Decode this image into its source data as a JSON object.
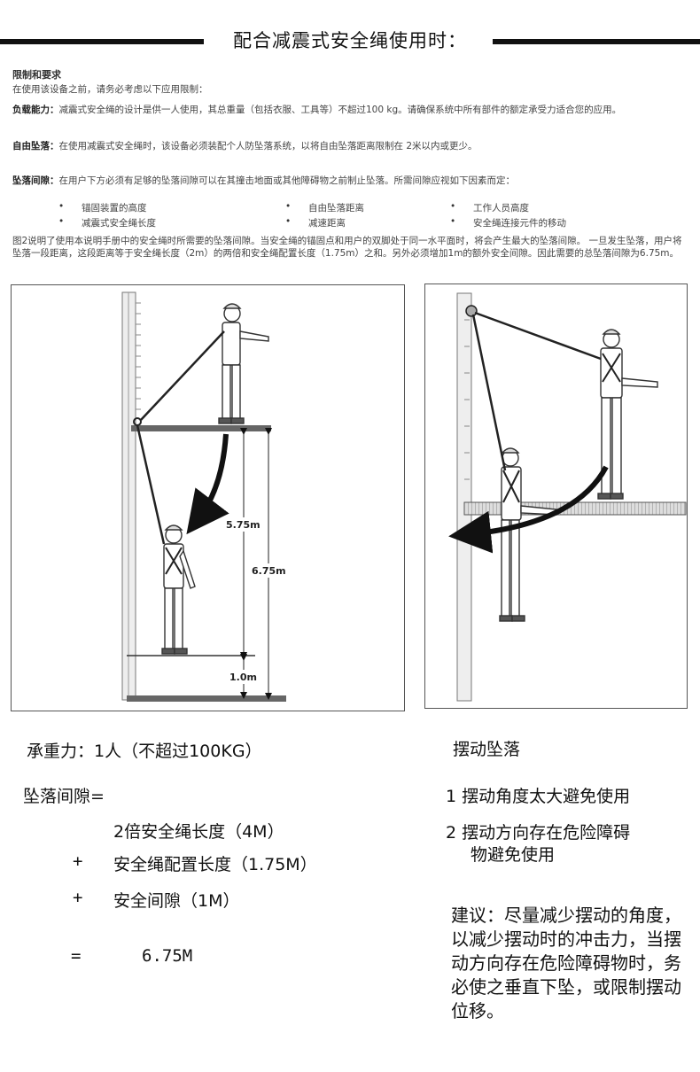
{
  "header": {
    "title": "配合减震式安全绳使用时："
  },
  "intro": {
    "section_title": "限制和要求",
    "lead": "在使用该设备之前，请务必考虑以下应用限制：",
    "load_label": "负载能力：",
    "load_text": "减震式安全绳的设计是供一人使用，其总重量（包括衣服、工具等）不超过100 kg。请确保系统中所有部件的额定承受力适合您的应用。",
    "free_fall_label": "自由坠落：",
    "free_fall_text": "在使用减震式安全绳时，该设备必须装配个人防坠落系统，以将自由坠落距离限制在 2米以内或更少。",
    "clearance_label": "坠落间隙：",
    "clearance_text": "在用户下方必须有足够的坠落间隙可以在其撞击地面或其他障碍物之前制止坠落。所需间隙应视如下因素而定：",
    "factors": [
      "锚固装置的高度",
      "自由坠落距离",
      "工作人员高度",
      "减震式安全绳长度",
      "减速距离",
      "安全绳连接元件的移动"
    ],
    "figure_note": "图2说明了使用本说明手册中的安全绳时所需要的坠落间隙。当安全绳的锚固点和用户的双脚处于同一水平面时，将会产生最大的坠落间隙。 一旦发生坠落，用户将坠落一段距离，这段距离等于安全绳长度（2m）的两倍和安全绳配置长度（1.75m）之和。另外必须增加1m的额外安全间隙。因此需要的总坠落间隙为6.75m。"
  },
  "figure_left": {
    "dims": {
      "d1": "5.75m",
      "d2": "6.75m",
      "d3": "1.0m"
    }
  },
  "bottom_left": {
    "load": "承重力：1人（不超过100KG）",
    "clearance_title": "坠落间隙=",
    "line1": "2倍安全绳长度（4M）",
    "plus1": "+",
    "line2": "安全绳配置长度（1.75M）",
    "plus2": "+",
    "line3": "安全间隙（1M）",
    "equals": "=",
    "total": "6.75M"
  },
  "bottom_right": {
    "title": "摆动坠落",
    "item1": "1 摆动角度太大避免使用",
    "item2a": "2 摆动方向存在危险障碍",
    "item2b": "物避免使用",
    "suggestion": "建议：尽量减少摆动的角度，以减少摆动时的冲击力，当摆动方向存在危险障碍物时，务必使之垂直下坠，或限制摆动位移。"
  },
  "colors": {
    "ink": "#111111",
    "text": "#444444",
    "frame": "#555555"
  }
}
